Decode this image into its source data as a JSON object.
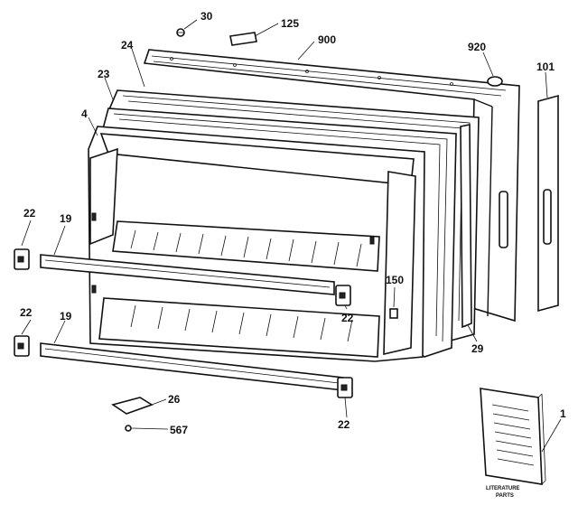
{
  "diagram": {
    "callouts": [
      {
        "id": "c30",
        "text": "30"
      },
      {
        "id": "c125",
        "text": "125"
      },
      {
        "id": "c900",
        "text": "900"
      },
      {
        "id": "c920",
        "text": "920"
      },
      {
        "id": "c101",
        "text": "101"
      },
      {
        "id": "c24",
        "text": "24"
      },
      {
        "id": "c23",
        "text": "23"
      },
      {
        "id": "c4",
        "text": "4"
      },
      {
        "id": "c22a",
        "text": "22"
      },
      {
        "id": "c19a",
        "text": "19"
      },
      {
        "id": "c22b",
        "text": "22"
      },
      {
        "id": "c19b",
        "text": "19"
      },
      {
        "id": "c22c",
        "text": "22"
      },
      {
        "id": "c150",
        "text": "150"
      },
      {
        "id": "c22d",
        "text": "22"
      },
      {
        "id": "c29",
        "text": "29"
      },
      {
        "id": "c26",
        "text": "26"
      },
      {
        "id": "c567",
        "text": "567"
      },
      {
        "id": "c1",
        "text": "1"
      }
    ],
    "literature": {
      "line1": "LITERATURE",
      "line2": "PARTS"
    }
  }
}
